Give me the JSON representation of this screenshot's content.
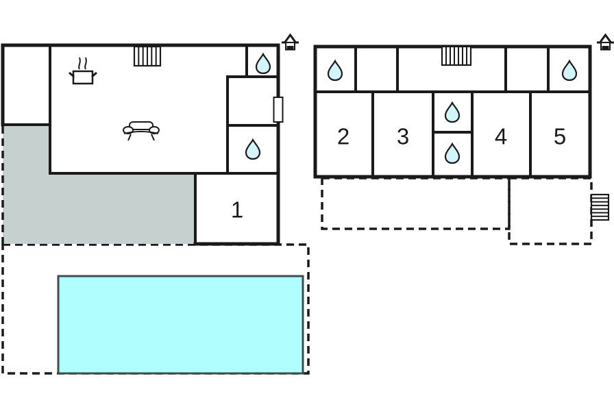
{
  "plan": {
    "type": "holiday-home-floor-plan",
    "labels": {
      "room1": "1",
      "room2": "2",
      "room3": "3",
      "room4": "4",
      "room5": "5"
    },
    "icons": {
      "water_drop": "teardrop glyph (bathroom)",
      "stairs": "parallel-bar steps",
      "cooking_pot": "pot with steam (kitchen)",
      "sofa": "sofa outline (living room)",
      "house_marker": "house glyph (entrance marker)",
      "window": "white bar on outer wall"
    }
  },
  "colors": {
    "wall": "#1a1a1a",
    "room_fill": "#ffffff",
    "pool": "#b0fefe",
    "pool_border": "#3d4d4d",
    "terrace_light": "#e9efee",
    "terrace_dark": "#c6d0cf",
    "drop_fill": "#d2f4fa",
    "label": "#1a1a1a"
  }
}
